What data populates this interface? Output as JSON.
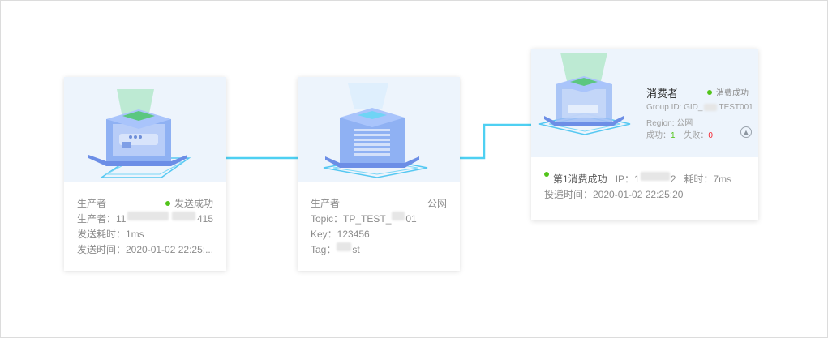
{
  "producer": {
    "title": "生产者",
    "status": "发送成功",
    "producer_label": "生产者：11",
    "producer_suffix": "415",
    "send_time_cost": "发送耗时：1ms",
    "send_time": "发送时间：2020-01-02 22:25:..."
  },
  "topic": {
    "title": "生产者",
    "network": "公网",
    "topic_label": "Topic：TP_TEST_",
    "topic_suffix": "01",
    "key": "Key：123456",
    "tag_label": "Tag：",
    "tag_suffix": "st"
  },
  "consumer": {
    "title": "消费者",
    "status": "消费成功",
    "group_label": "Group ID: GID_",
    "group_suffix": "TEST001",
    "region": "Region: 公网",
    "success_label": "成功：",
    "success_count": "1",
    "fail_label": "失败：",
    "fail_count": "0",
    "delivery_title": "第1消费成功",
    "ip_label": "IP：1",
    "ip_suffix": "2",
    "time_cost": "耗时：7ms",
    "delivery_time": "投递时间：2020-01-02 22:25:20"
  },
  "icons": {
    "collapse": "chevron-up-icon",
    "status": "success-dot-icon"
  },
  "colors": {
    "success": "#52c41a",
    "fail": "#f5222d",
    "wire": "#4ed0f2",
    "illustration_bg": "#edf4fc"
  }
}
